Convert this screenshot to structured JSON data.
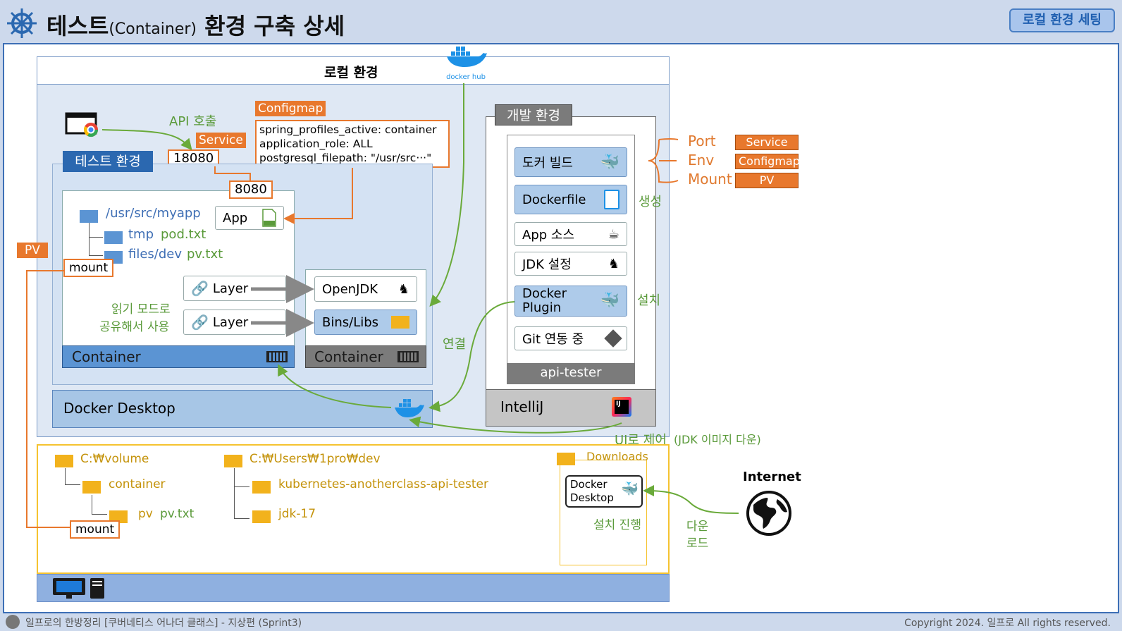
{
  "header": {
    "title_main": "테스트",
    "title_paren": "(Container)",
    "title_rest": "환경 구축 상세",
    "setup_button": "로컬 환경 세팅"
  },
  "local": {
    "title": "로컬 환경",
    "dockerhub_label": "docker hub"
  },
  "test_env": {
    "label": "테스트 환경",
    "api_call": "API 호출",
    "service_tag": "Service",
    "port_outer": "18080",
    "port_inner": "8080",
    "configmap_tag": "Configmap",
    "configmap_lines": [
      "spring_profiles_active: container",
      "application_role: ALL",
      "postgresql_filepath: \"/usr/src···\""
    ],
    "app_path": "/usr/src/myapp",
    "app_label": "App",
    "tmp_dir": "tmp",
    "tmp_file": "pod.txt",
    "files_dir": "files/dev",
    "files_file": "pv.txt",
    "pv_tag": "PV",
    "mount": "mount",
    "layer1": "Layer",
    "layer2": "Layer",
    "readonly_line1": "읽기 모드로",
    "readonly_line2": "공유해서 사용",
    "openjdk": "OpenJDK",
    "binslibs": "Bins/Libs",
    "container1": "Container",
    "container2": "Container",
    "docker_desktop": "Docker Desktop",
    "connect": "연결"
  },
  "dev_env": {
    "label": "개발 환경",
    "items": [
      "도커 빌드",
      "Dockerfile",
      "App 소스",
      "JDK 설정",
      "Docker",
      "Plugin",
      "Git 연동 중"
    ],
    "project": "api-tester",
    "intellij": "IntelliJ",
    "create": "생성",
    "install": "설치",
    "ui_control": "UI로 제어",
    "jdk_download": "(JDK 이미지 다운)",
    "port_label": "Port",
    "env_label": "Env",
    "mount_label": "Mount",
    "service_tag": "Service",
    "configmap_tag": "Configmap",
    "pv_tag": "PV"
  },
  "filesystem": {
    "volume": "C:₩volume",
    "container": "container",
    "pv": "pv",
    "pv_file": "pv.txt",
    "mount": "mount",
    "users": "C:₩Users₩1pro₩dev",
    "project_dir": "kubernetes-anotherclass-api-tester",
    "jdk_dir": "jdk-17",
    "downloads": "Downloads",
    "dd_line1": "Docker",
    "dd_line2": "Desktop",
    "installing": "설치 진행"
  },
  "internet": {
    "label": "Internet",
    "download_line1": "다운",
    "download_line2": "로드"
  },
  "footer": {
    "left": "일프로의 한방정리 [쿠버네티스 어나더 클래스] - 지상편 (Sprint3)",
    "right": "Copyright 2024. 일프로 All rights reserved."
  },
  "colors": {
    "accent_orange": "#e8782d",
    "container_blue": "#5b94d3",
    "container_gray": "#7b7b7b",
    "connector_green": "#6aaa3a",
    "title_blue": "#2b68b0"
  }
}
